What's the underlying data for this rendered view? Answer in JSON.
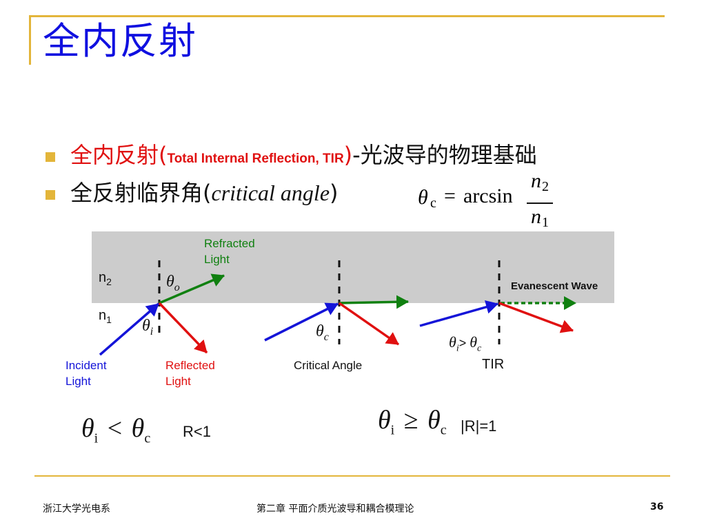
{
  "title": "全内反射",
  "bullets": {
    "b1_cn": "全内反射(",
    "b1_en": "Total Internal Reflection, TIR",
    "b1_close": ")",
    "b1_tail": "-光波导的物理基础",
    "b2_cn": "全反射临界角(",
    "b2_ital": "critical angle",
    "b2_close": ")"
  },
  "formula": {
    "theta": "θ",
    "sub_c": "c",
    "eq": "=",
    "arcsin": "arcsin",
    "num_n": "n",
    "num_sub": "2",
    "den_n": "n",
    "den_sub": "1"
  },
  "diagram": {
    "n2": "n",
    "n2_sub": "2",
    "n1": "n",
    "n1_sub": "1",
    "refracted_1": "Refracted",
    "refracted_2": "Light",
    "incident_1": "Incident",
    "incident_2": "Light",
    "reflected_1": "Reflected",
    "reflected_2": "Light",
    "theta_o_sub": "o",
    "theta_i_sub": "i",
    "theta_c_sub": "c",
    "critical_angle": "Critical Angle",
    "evanescent": "Evanescent Wave",
    "tir": "TIR",
    "gt": "> ",
    "theta": "θ"
  },
  "conditions": {
    "left_theta": "θ",
    "left_sub_i": "i",
    "left_op": "<",
    "left_sub_c": "c",
    "left_r": "R<1",
    "right_theta": "θ",
    "right_sub_i": "i",
    "right_op": "≥",
    "right_sub_c": "c",
    "right_r": "|R|=1"
  },
  "footer": {
    "left": "浙江大学光电系",
    "center": "第二章 平面介质光波导和耦合模理论",
    "page": "36"
  },
  "colors": {
    "accent": "#e3b53a",
    "title_blue": "#1010e0",
    "red": "#e01010",
    "green": "#108010",
    "blue": "#1414d8",
    "gray_medium": "#cccccc"
  }
}
